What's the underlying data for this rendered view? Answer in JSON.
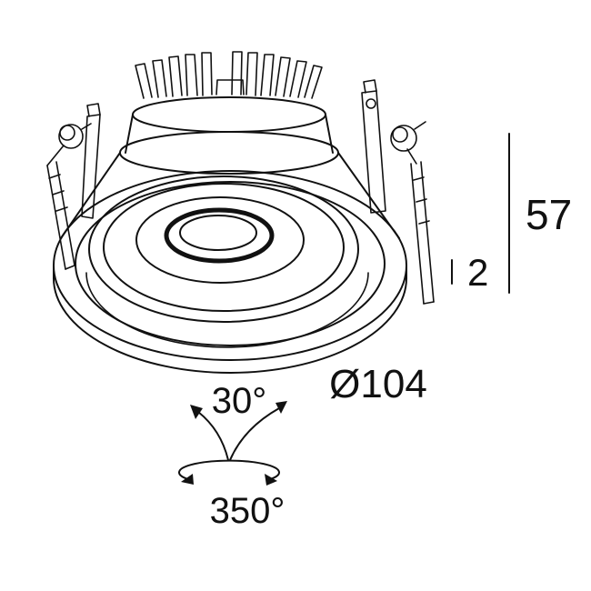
{
  "page": {
    "background_color": "#ffffff",
    "line_color": "#111111"
  },
  "drawing": {
    "subject": "recessed-downlight-dimension-drawing",
    "labels": {
      "height": "57",
      "trim_height": "2",
      "diameter": "Ø104",
      "tilt_angle": "30°",
      "rotation_angle": "350°"
    }
  }
}
